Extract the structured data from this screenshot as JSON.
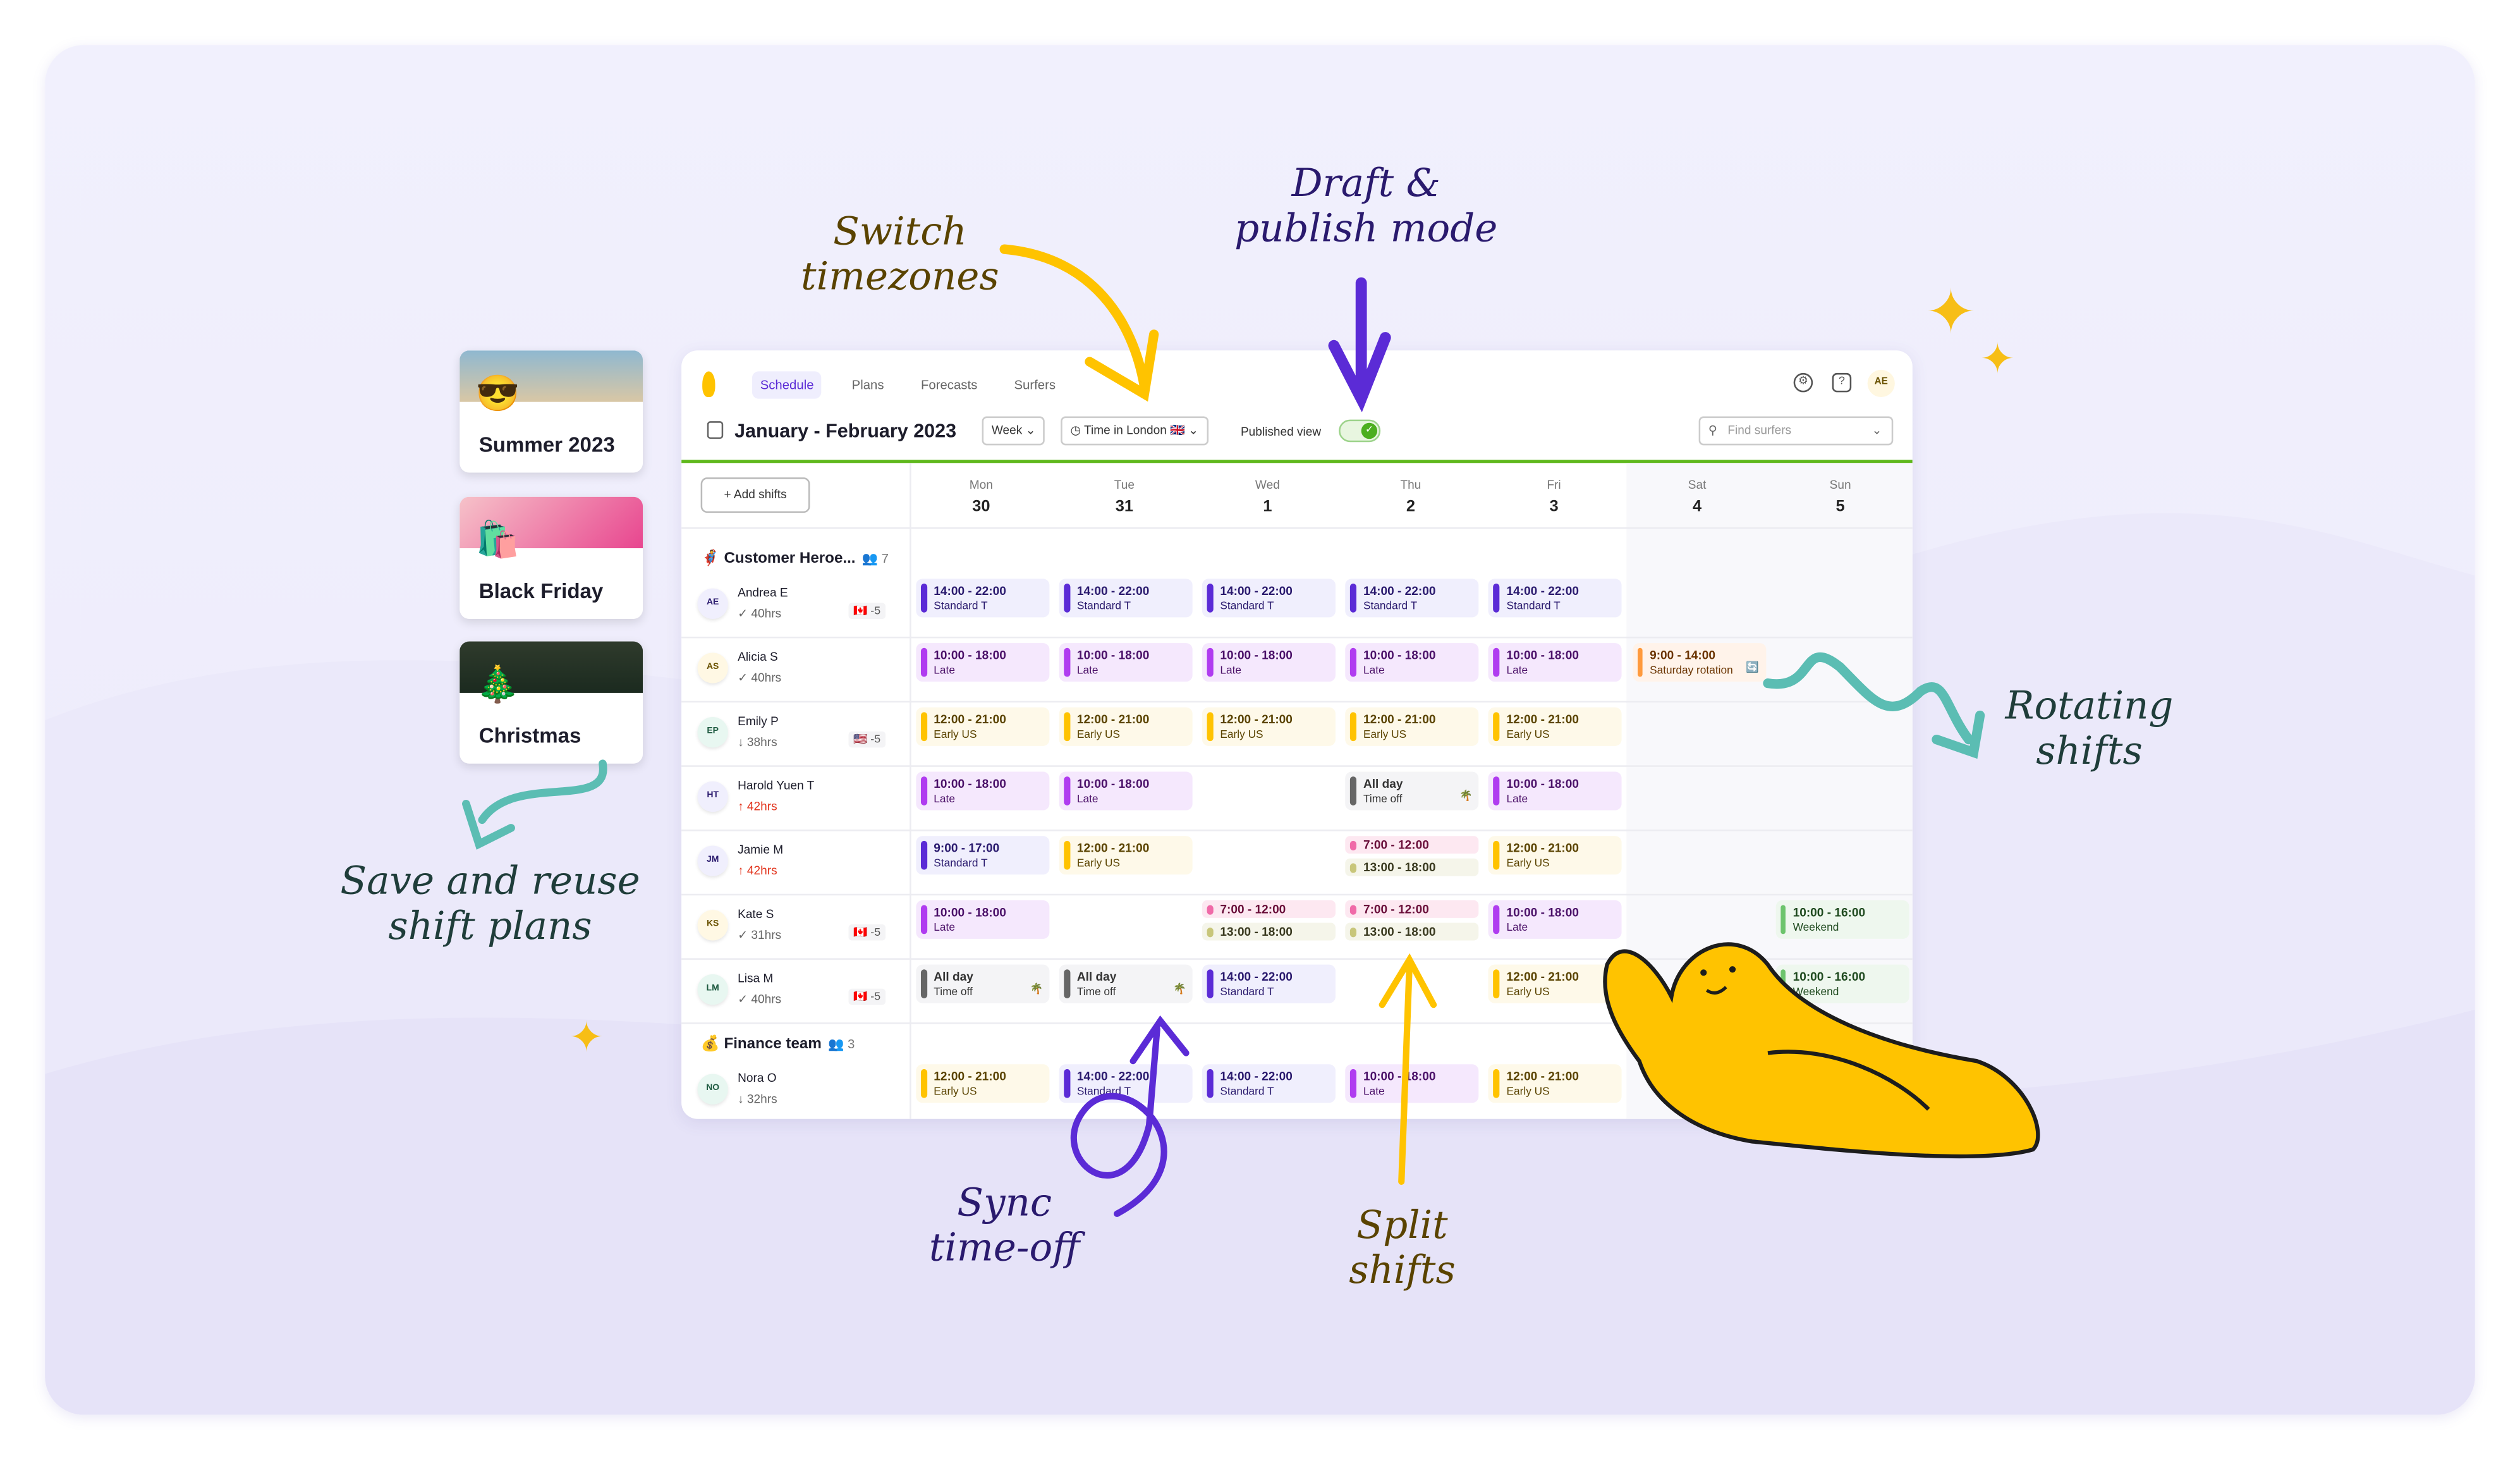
{
  "templates": [
    {
      "label": "Summer 2023",
      "emoji": "😎",
      "bg": "linear-gradient(180deg,#8fb8d0,#d9c7a5)"
    },
    {
      "label": "Black Friday",
      "emoji": "🛍️",
      "bg": "linear-gradient(135deg,#f6c2c9,#e8468f)"
    },
    {
      "label": "Christmas",
      "emoji": "🎄",
      "bg": "linear-gradient(180deg,#2f3b2c,#1b2a1f)"
    }
  ],
  "nav": {
    "tabs": [
      "Schedule",
      "Plans",
      "Forecasts",
      "Surfers"
    ],
    "active": "Schedule",
    "user_initials": "AE"
  },
  "toolbar": {
    "title": "January - February 2023",
    "view": "Week",
    "timezone": "Time in London 🇬🇧",
    "published_label": "Published view",
    "published": true,
    "search_placeholder": "Find surfers"
  },
  "add_shifts": "+ Add shifts",
  "days": [
    {
      "name": "Mon",
      "date": "30"
    },
    {
      "name": "Tue",
      "date": "31"
    },
    {
      "name": "Wed",
      "date": "1"
    },
    {
      "name": "Thu",
      "date": "2"
    },
    {
      "name": "Fri",
      "date": "3"
    },
    {
      "name": "Sat",
      "date": "4"
    },
    {
      "name": "Sun",
      "date": "5"
    }
  ],
  "shift_types": {
    "Standard T": {
      "bar": "#5b2bd6",
      "bg": "#f0effd",
      "fg": "#2a1a6e"
    },
    "Late": {
      "bar": "#b03cf0",
      "bg": "#f5e8fd",
      "fg": "#4b1169"
    },
    "Early US": {
      "bar": "#ffc300",
      "bg": "#fef9e9",
      "fg": "#5a4300"
    },
    "Time off": {
      "bar": "#666666",
      "bg": "#f4f4f6",
      "fg": "#333333"
    },
    "Saturday rotation": {
      "bar": "#ff9a3c",
      "bg": "#fff3ea",
      "fg": "#6a3300"
    },
    "Weekend": {
      "bar": "#6cc46c",
      "bg": "#eef7ee",
      "fg": "#1f4a1f"
    },
    "split_a": {
      "bar": "#f06aa8",
      "bg": "#fde8f1",
      "fg": "#6a0f3a"
    },
    "split_b": {
      "bar": "#c8c67a",
      "bg": "#f5f5ea",
      "fg": "#3a3a20"
    }
  },
  "groups": [
    {
      "name": "Customer Heroe...",
      "emoji": "🦸",
      "count": "7",
      "people": [
        {
          "initials": "AE",
          "name": "Andrea E",
          "hours": "✓ 40hrs",
          "status": "ok",
          "tz": "🇨🇦 -5",
          "avbg": "#f0effd",
          "avfg": "#2a1a6e",
          "shifts": [
            [
              "14:00 - 22:00",
              "Standard T"
            ],
            [
              "14:00 - 22:00",
              "Standard T"
            ],
            [
              "14:00 - 22:00",
              "Standard T"
            ],
            [
              "14:00 - 22:00",
              "Standard T"
            ],
            [
              "14:00 - 22:00",
              "Standard T"
            ],
            null,
            null
          ]
        },
        {
          "initials": "AS",
          "name": "Alicia S",
          "hours": "✓ 40hrs",
          "status": "ok",
          "tz": null,
          "avbg": "#fff8e4",
          "avfg": "#6a5200",
          "shifts": [
            [
              "10:00 - 18:00",
              "Late"
            ],
            [
              "10:00 - 18:00",
              "Late"
            ],
            [
              "10:00 - 18:00",
              "Late"
            ],
            [
              "10:00 - 18:00",
              "Late"
            ],
            [
              "10:00 - 18:00",
              "Late"
            ],
            [
              "9:00 - 14:00",
              "Saturday rotation",
              "🔄"
            ],
            null
          ]
        },
        {
          "initials": "EP",
          "name": "Emily P",
          "hours": "↓ 38hrs",
          "status": "under",
          "tz": "🇺🇸 -5",
          "avbg": "#e8f7f1",
          "avfg": "#1d5a40",
          "shifts": [
            [
              "12:00 - 21:00",
              "Early US"
            ],
            [
              "12:00 - 21:00",
              "Early US"
            ],
            [
              "12:00 - 21:00",
              "Early US"
            ],
            [
              "12:00 - 21:00",
              "Early US"
            ],
            [
              "12:00 - 21:00",
              "Early US"
            ],
            null,
            null
          ]
        },
        {
          "initials": "HT",
          "name": "Harold Yuen T",
          "hours": "↑ 42hrs",
          "status": "over",
          "tz": null,
          "avbg": "#f0effd",
          "avfg": "#2a1a6e",
          "shifts": [
            [
              "10:00 - 18:00",
              "Late"
            ],
            [
              "10:00 - 18:00",
              "Late"
            ],
            null,
            [
              "All day",
              "Time off",
              "🌴"
            ],
            [
              "10:00 - 18:00",
              "Late"
            ],
            null,
            null
          ]
        },
        {
          "initials": "JM",
          "name": "Jamie M",
          "hours": "↑ 42hrs",
          "status": "over",
          "tz": null,
          "avbg": "#f0effd",
          "avfg": "#2a1a6e",
          "shifts": [
            [
              "9:00 - 17:00",
              "Standard T"
            ],
            [
              "12:00 - 21:00",
              "Early US"
            ],
            null,
            [
              "7:00 - 12:00",
              "13:00 - 18:00",
              "split"
            ],
            [
              "12:00 - 21:00",
              "Early US"
            ],
            null,
            null
          ]
        },
        {
          "initials": "KS",
          "name": "Kate S",
          "hours": "✓ 31hrs",
          "status": "ok",
          "tz": "🇨🇦 -5",
          "avbg": "#fff8e4",
          "avfg": "#6a5200",
          "shifts": [
            [
              "10:00 - 18:00",
              "Late"
            ],
            null,
            [
              "7:00 - 12:00",
              "13:00 - 18:00",
              "split"
            ],
            [
              "7:00 - 12:00",
              "13:00 - 18:00",
              "split"
            ],
            [
              "10:00 - 18:00",
              "Late"
            ],
            null,
            [
              "10:00 - 16:00",
              "Weekend"
            ]
          ]
        },
        {
          "initials": "LM",
          "name": "Lisa M",
          "hours": "✓ 40hrs",
          "status": "ok",
          "tz": "🇨🇦 -5",
          "avbg": "#e8f7f1",
          "avfg": "#1d5a40",
          "shifts": [
            [
              "All day",
              "Time off",
              "🌴"
            ],
            [
              "All day",
              "Time off",
              "🌴"
            ],
            [
              "14:00 - 22:00",
              "Standard T"
            ],
            null,
            [
              "12:00 - 21:00",
              "Early US"
            ],
            null,
            [
              "10:00 - 16:00",
              "Weekend"
            ]
          ]
        }
      ]
    },
    {
      "name": "Finance team",
      "emoji": "💰",
      "count": "3",
      "people": [
        {
          "initials": "NO",
          "name": "Nora O",
          "hours": "↓ 32hrs",
          "status": "under",
          "tz": null,
          "avbg": "#e8f7f1",
          "avfg": "#1d5a40",
          "shifts": [
            [
              "12:00 - 21:00",
              "Early US"
            ],
            [
              "14:00 - 22:00",
              "Standard T"
            ],
            [
              "14:00 - 22:00",
              "Standard T"
            ],
            [
              "10:00 - 18:00",
              "Late"
            ],
            [
              "12:00 - 21:00",
              "Early US"
            ],
            null,
            null
          ]
        }
      ]
    }
  ],
  "annotations": {
    "timezones": "Switch\ntimezones",
    "draft": "Draft &\npublish mode",
    "rotating": "Rotating\nshifts",
    "plans": "Save and reuse\nshift plans",
    "timeoff": "Sync\ntime-off",
    "split": "Split\nshifts"
  },
  "colors": {
    "accent": "#5b2bd6",
    "published_green": "#5fb81c",
    "note_dark": "#1f3d3a",
    "note_yellow": "#5a4300",
    "note_purple": "#2a1a6e",
    "arrow_yellow": "#ffc300",
    "arrow_purple": "#5b2bd6",
    "arrow_teal": "#5bbdb3"
  }
}
